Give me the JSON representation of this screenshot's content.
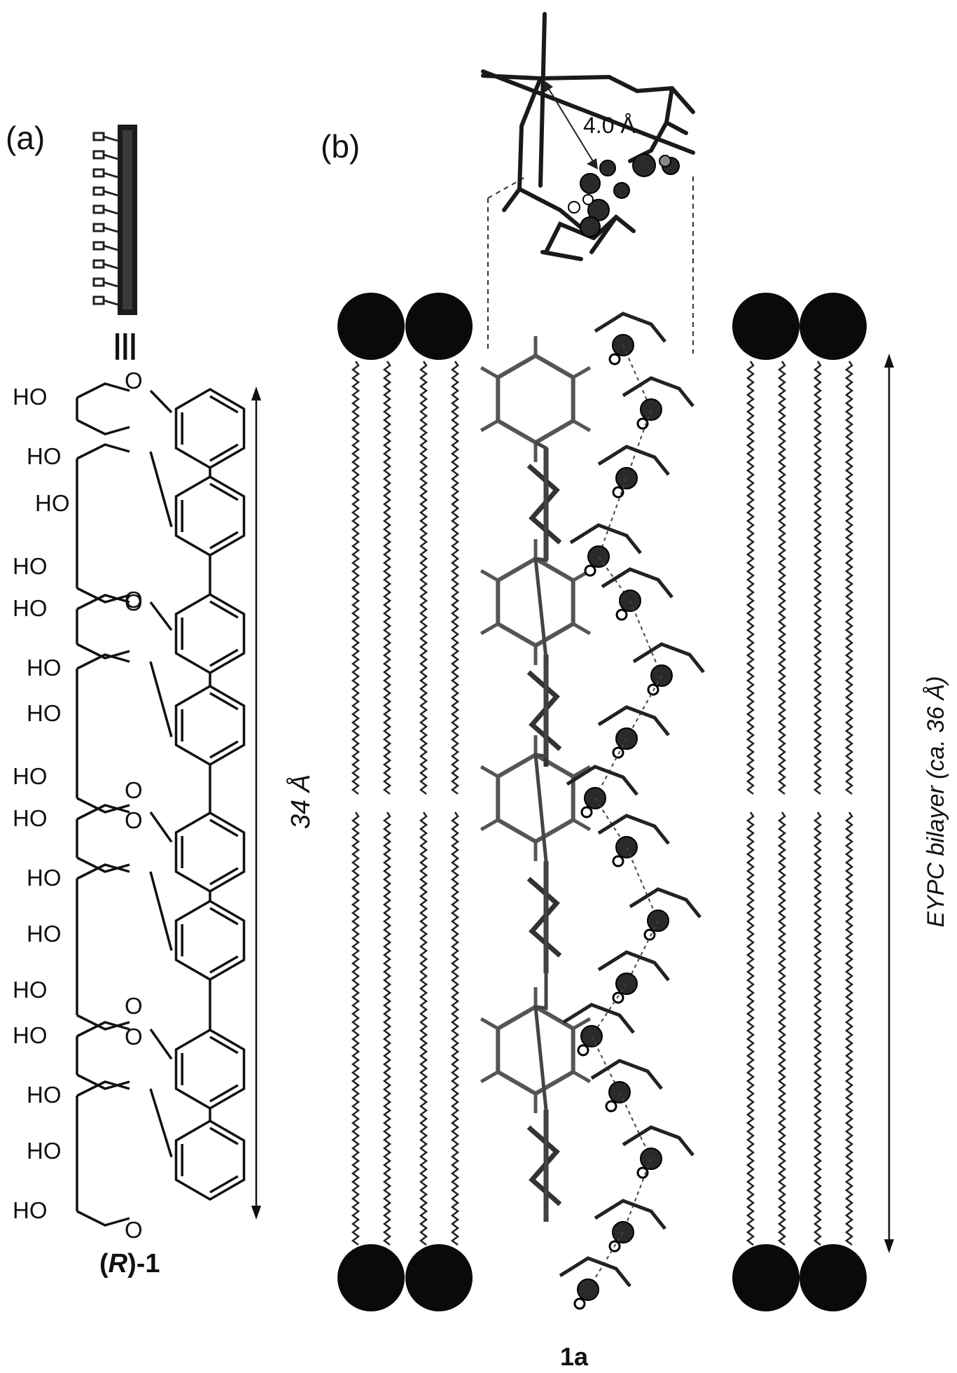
{
  "panels": {
    "a": {
      "label": "(a)",
      "ho_labels": [
        "HO",
        "HO",
        "HO",
        "HO",
        "HO",
        "HO",
        "HO",
        "HO",
        "HO",
        "HO",
        "HO",
        "HO",
        "HO",
        "HO",
        "HO",
        "HO"
      ],
      "ether_o_labels": [
        "O",
        "O",
        "O",
        "O",
        "O",
        "O",
        "O",
        "O"
      ],
      "triple_bond": "|||",
      "length_label": "34 Å",
      "compound_label_prefix": "(",
      "compound_label_italic": "R",
      "compound_label_suffix": ")-1"
    },
    "b": {
      "label": "(b)",
      "distance_label": "4.0 Å",
      "bilayer_label": "EYPC bilayer (ca. 36 Å)",
      "compound_label": "1a"
    }
  },
  "colors": {
    "ink": "#111111",
    "background": "#ffffff",
    "molecule_gray": "#555555"
  }
}
